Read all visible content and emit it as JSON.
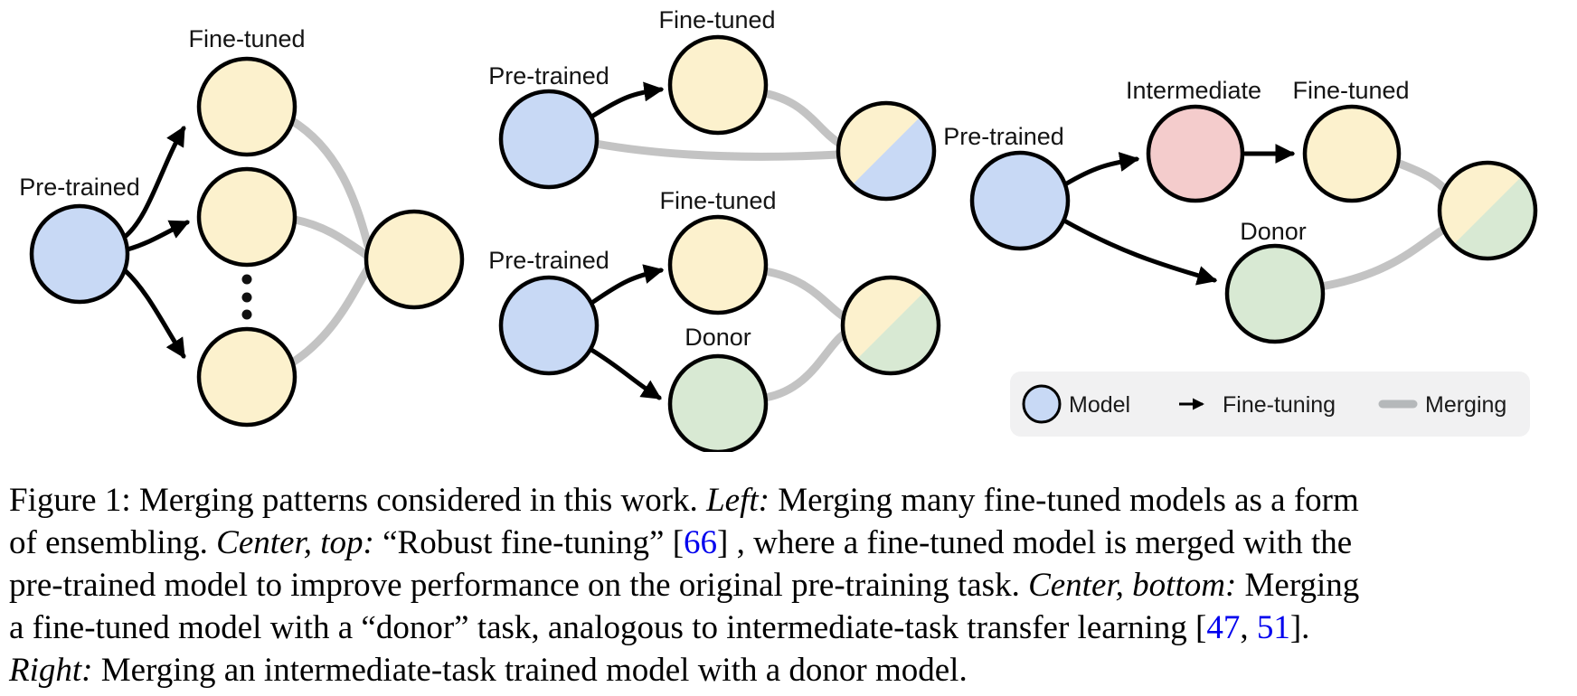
{
  "palette": {
    "model_blue": "#c8d9f5",
    "fine_tuned_yellow": "#fcf1cd",
    "donor_green": "#d8e9d3",
    "intermediate_pink": "#f4cccc",
    "merge_gray": "#c3c3c3",
    "legend_swatch_gray": "#b5b8ba",
    "arrow_black": "#000000",
    "legend_bg": "#f1f1f2",
    "citation_blue": "#0000ee",
    "text_black": "#000000"
  },
  "diagram": {
    "left": {
      "finetuned_label": "Fine-tuned",
      "pretrained_label": "Pre-trained"
    },
    "center_top": {
      "finetuned_label": "Fine-tuned",
      "pretrained_label": "Pre-trained"
    },
    "center_bottom": {
      "finetuned_label": "Fine-tuned",
      "pretrained_label": "Pre-trained",
      "donor_label": "Donor"
    },
    "right": {
      "pretrained_label": "Pre-trained",
      "intermediate_label": "Intermediate",
      "finetuned_label": "Fine-tuned",
      "donor_label": "Donor"
    }
  },
  "legend": {
    "model_label": "Model",
    "finetuning_label": "Fine-tuning",
    "merging_label": "Merging"
  },
  "caption": {
    "lines": [
      [
        {
          "t": "Figure 1: Merging patterns considered in this work. ",
          "s": "normal"
        },
        {
          "t": "Left:",
          "s": "italic"
        },
        {
          "t": " Merging many fine-tuned models as a form",
          "s": "normal"
        }
      ],
      [
        {
          "t": "of ensembling. ",
          "s": "normal"
        },
        {
          "t": "Center, top:",
          "s": "italic"
        },
        {
          "t": " “Robust fine-tuning” [",
          "s": "normal"
        },
        {
          "t": "66",
          "s": "cite"
        },
        {
          "t": "] , where a fine-tuned model is merged with the",
          "s": "normal"
        }
      ],
      [
        {
          "t": "pre-trained model to improve performance on the original pre-training task. ",
          "s": "normal"
        },
        {
          "t": "Center, bottom:",
          "s": "italic"
        },
        {
          "t": " Merging",
          "s": "normal"
        }
      ],
      [
        {
          "t": "a fine-tuned model with a “donor” task, analogous to intermediate-task transfer learning [",
          "s": "normal"
        },
        {
          "t": "47",
          "s": "cite"
        },
        {
          "t": ", ",
          "s": "normal"
        },
        {
          "t": "51",
          "s": "cite"
        },
        {
          "t": "].",
          "s": "normal"
        }
      ],
      [
        {
          "t": "Right:",
          "s": "italic"
        },
        {
          "t": " Merging an intermediate-task trained model with a donor model.",
          "s": "normal"
        }
      ]
    ]
  }
}
